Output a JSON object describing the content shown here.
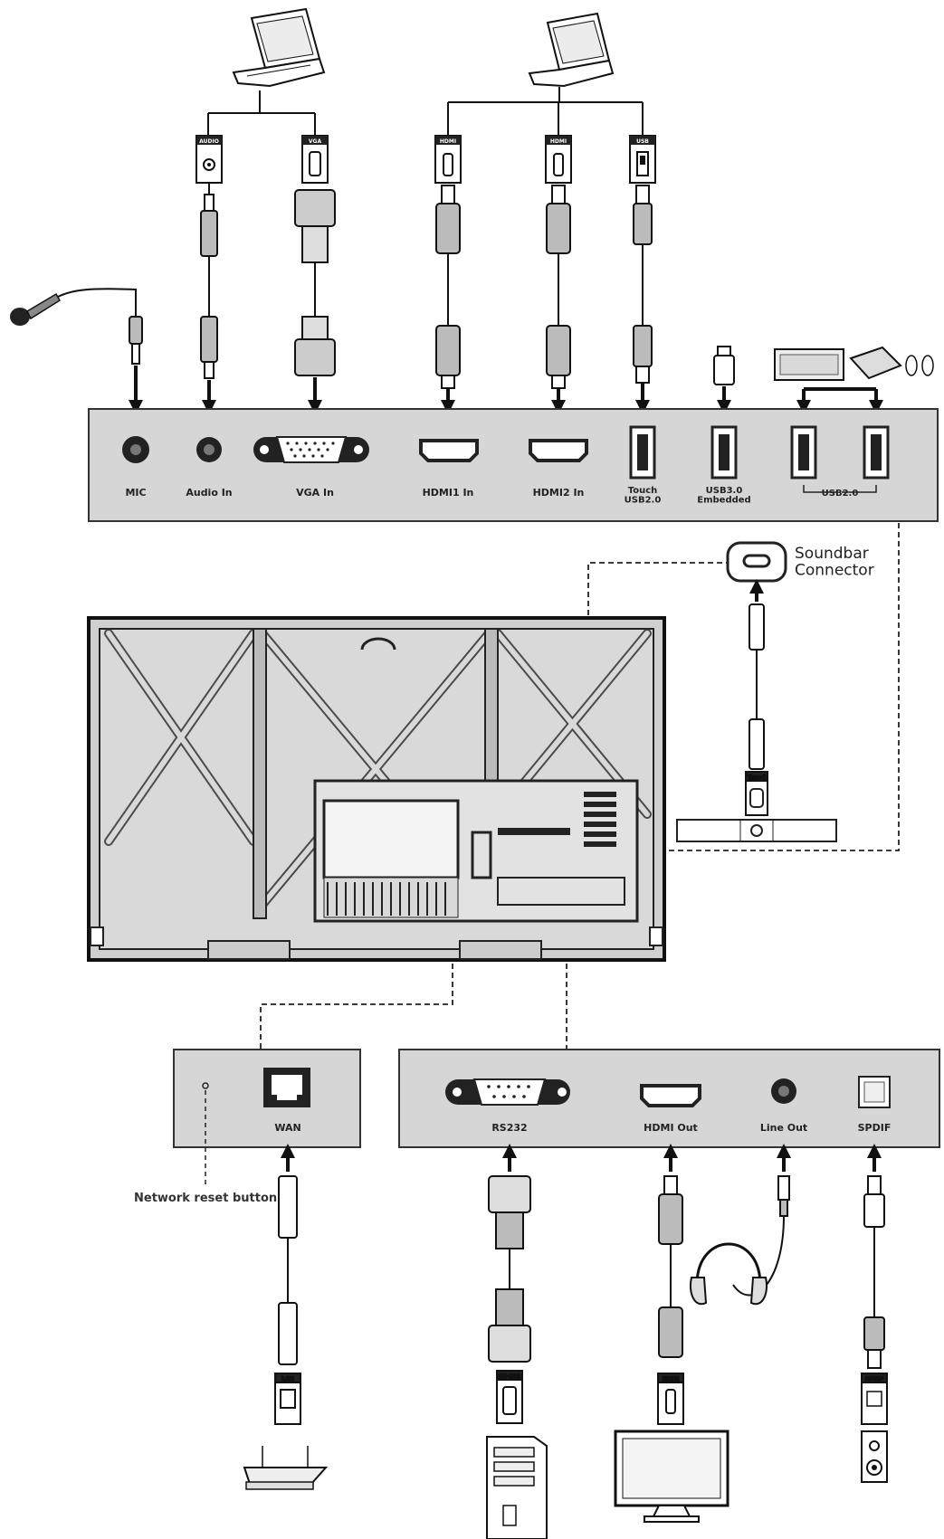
{
  "top_panel": {
    "ports": [
      {
        "id": "mic",
        "label": "MIC"
      },
      {
        "id": "audio-in",
        "label": "Audio In"
      },
      {
        "id": "vga-in",
        "label": "VGA In"
      },
      {
        "id": "hdmi1-in",
        "label": "HDMI1 In"
      },
      {
        "id": "hdmi2-in",
        "label": "HDMI2 In"
      },
      {
        "id": "touch-usb",
        "label": "Touch\nUSB2.0"
      },
      {
        "id": "usb3-embedded",
        "label": "USB3.0\nEmbedded"
      },
      {
        "id": "usb2",
        "label": "USB2.0"
      }
    ],
    "cable_tags": {
      "audio": "AUDIO",
      "vga": "VGA",
      "hdmi": "HDMI",
      "usb": "USB"
    }
  },
  "soundbar": {
    "label": "Soundbar\nConnector",
    "typec_tag": "TypeC"
  },
  "bottom_left_panel": {
    "ports": [
      {
        "id": "wan",
        "label": "WAN"
      }
    ],
    "note": "Network reset button",
    "lan_tag": "LAN"
  },
  "bottom_right_panel": {
    "ports": [
      {
        "id": "rs232",
        "label": "RS232"
      },
      {
        "id": "hdmi-out",
        "label": "HDMI Out"
      },
      {
        "id": "line-out",
        "label": "Line Out"
      },
      {
        "id": "spdif",
        "label": "SPDIF"
      }
    ],
    "tags": {
      "rs232": "RS-232",
      "hdmi": "HDMI",
      "spdif": "SPDIF"
    }
  },
  "colors": {
    "panel": "#d6d6d6",
    "stroke": "#1a1a1a",
    "dark": "#222222"
  }
}
